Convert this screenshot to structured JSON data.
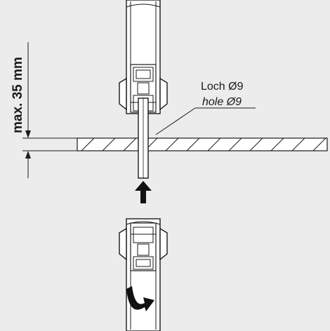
{
  "dimension": {
    "label": "max. 35 mm"
  },
  "callout": {
    "label_de": "Loch Ø9",
    "label_en": "hole Ø9"
  },
  "colors": {
    "background": "#ececec",
    "line": "#1a1a1a",
    "fill_light": "#ffffff",
    "fill_dark": "#111111"
  }
}
